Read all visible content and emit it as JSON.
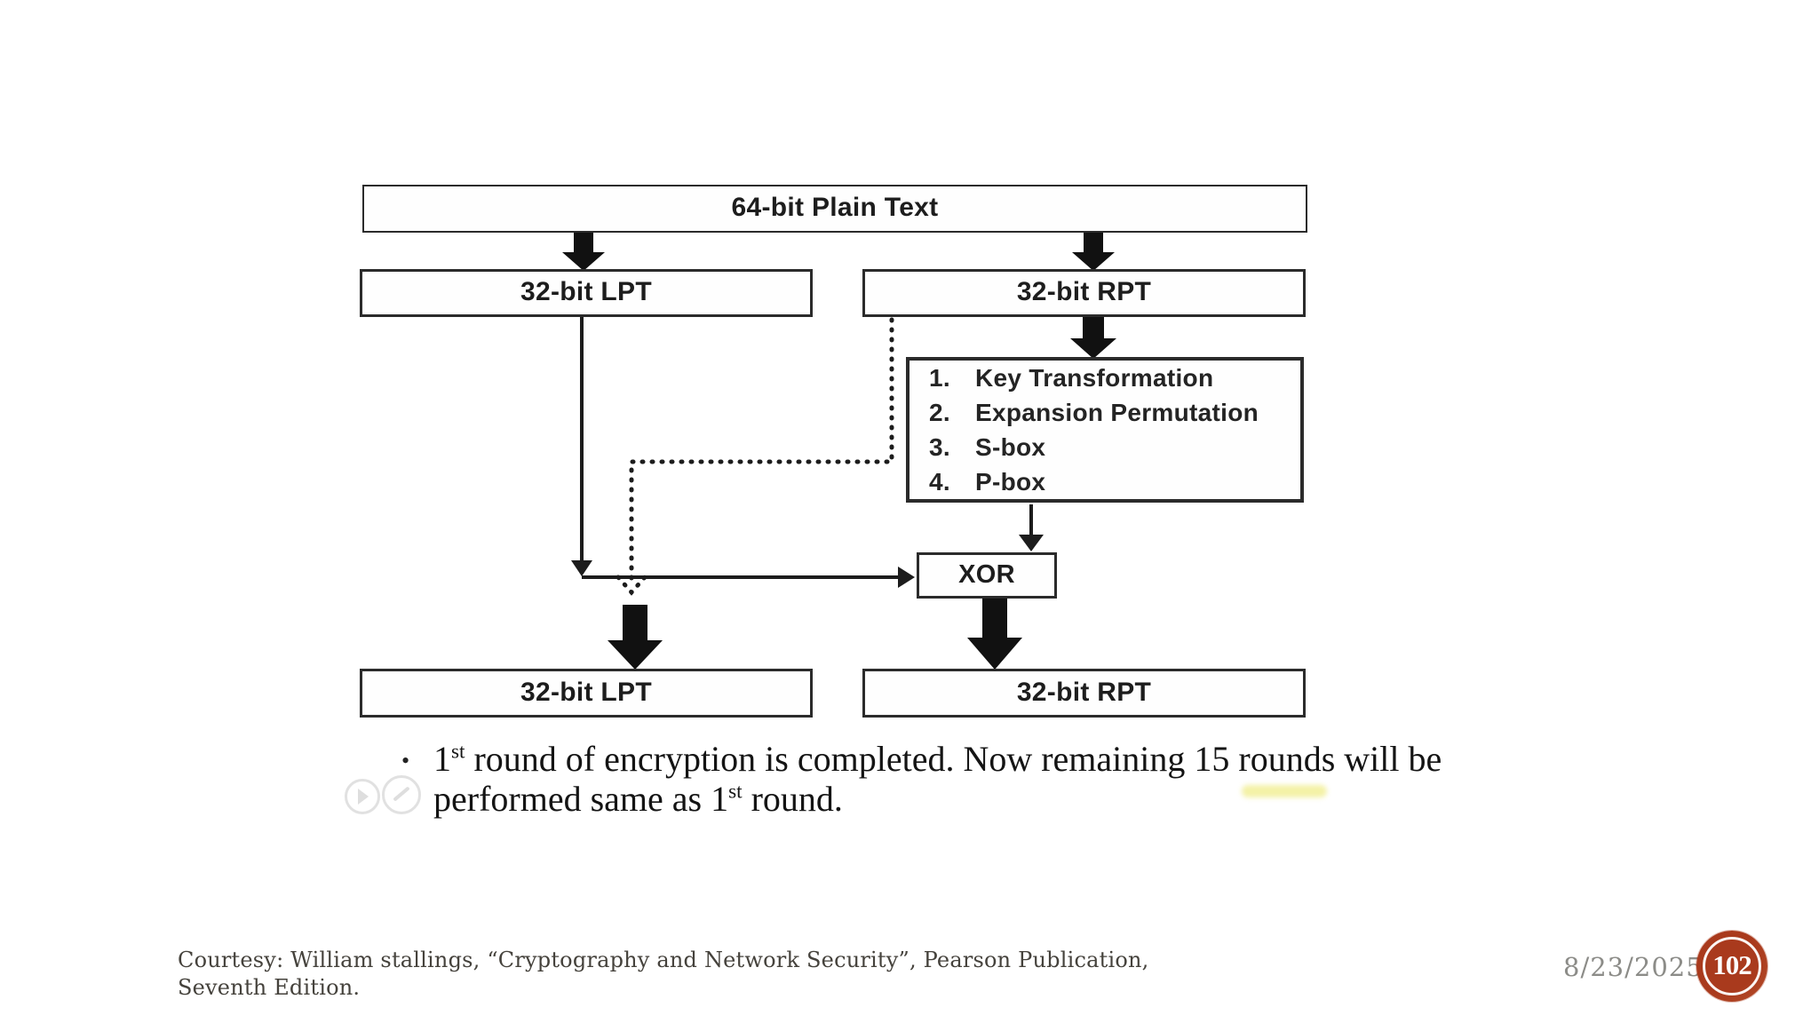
{
  "slide": {
    "diagram": {
      "plain_text_box": "64-bit Plain Text",
      "lpt_top": "32-bit LPT",
      "rpt_top": "32-bit RPT",
      "ops": [
        {
          "num": "1.",
          "label": "Key Transformation"
        },
        {
          "num": "2.",
          "label": "Expansion Permutation"
        },
        {
          "num": "3.",
          "label": "S-box"
        },
        {
          "num": "4.",
          "label": "P-box"
        }
      ],
      "xor": "XOR",
      "lpt_bottom": "32-bit LPT",
      "rpt_bottom": "32-bit RPT"
    },
    "bullet": {
      "marker": "•",
      "line1_num": "1",
      "line1_sup": "st",
      "line1_rest": " round of encryption is completed. Now remaining 15 rounds will be",
      "line2_pre": "performed same as 1",
      "line2_sup": "st",
      "line2_rest": " round."
    },
    "footer": {
      "courtesy_line1": "Courtesy: William stallings, “Cryptography and Network Security”, Pearson Publication,",
      "courtesy_line2": "Seventh Edition.",
      "date": "8/23/2025",
      "page_number": "102"
    },
    "colors": {
      "badge_red": "#a93a1d",
      "ink": "#2b2b2b",
      "highlight_yellow": "#e9e44f"
    }
  }
}
